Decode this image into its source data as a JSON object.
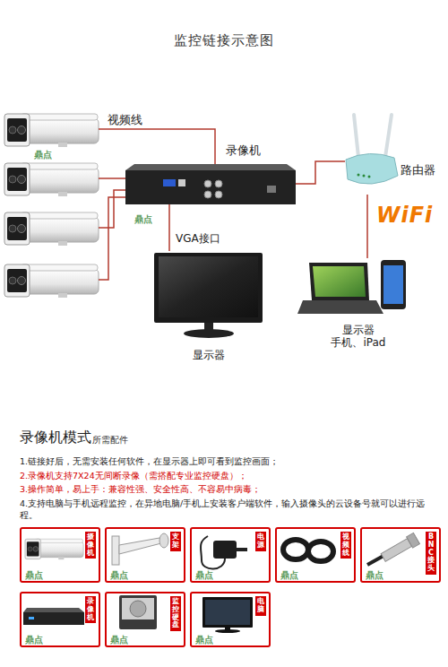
{
  "diagram": {
    "title": "监控链接示意图",
    "nodes": [
      {
        "text": [
          "录像机"
        ]
      },
      {
        "text": [
          "显示器"
        ]
      },
      {
        "text": [
          "路由器"
        ]
      },
      {
        "text": [
          "显示器 手机、iPad"
        ]
      },
      {
        "text": [
          "摄像机"
        ]
      },
      {
        "text": [
          "支架"
        ]
      },
      {
        "text": [
          "电源"
        ]
      },
      {
        "text": [
          "视频线"
        ]
      },
      {
        "text": [
          "BNC接头"
        ]
      },
      {
        "text": [
          "录像机"
        ]
      },
      {
        "text": [
          "监控硬盘"
        ]
      },
      {
        "text": [
          "电脑"
        ]
      }
    ],
    "edges": [
      {
        "from": 0,
        "to": 1,
        "label": "VGA接口",
        "arrow": "none"
      },
      {
        "from": 0,
        "to": 2,
        "arrow": "none"
      },
      {
        "from": 2,
        "to": 3,
        "arrow": "none"
      }
    ],
    "labels": [
      "视频线",
      "鼎点",
      "鼎点",
      "WiFi",
      "录像机模式",
      "所需配件",
      "1.链接好后，无需安装任何软件，在显示器上即可看到监控画面；",
      "2.录像机支持7X24无间断录像（需搭配专业监控硬盘）；",
      "3.操作简单，易上手：兼容性强、安全性高、不容易中病毒；",
      "4.支持电脑与手机远程监控，在异地电脑/手机上安装客户端软件，输入摄像头的云设备号就可以进行远程。",
      "鼎点",
      "鼎点",
      "鼎点",
      "鼎点",
      "鼎点",
      "鼎点",
      "鼎点",
      "鼎点"
    ]
  }
}
